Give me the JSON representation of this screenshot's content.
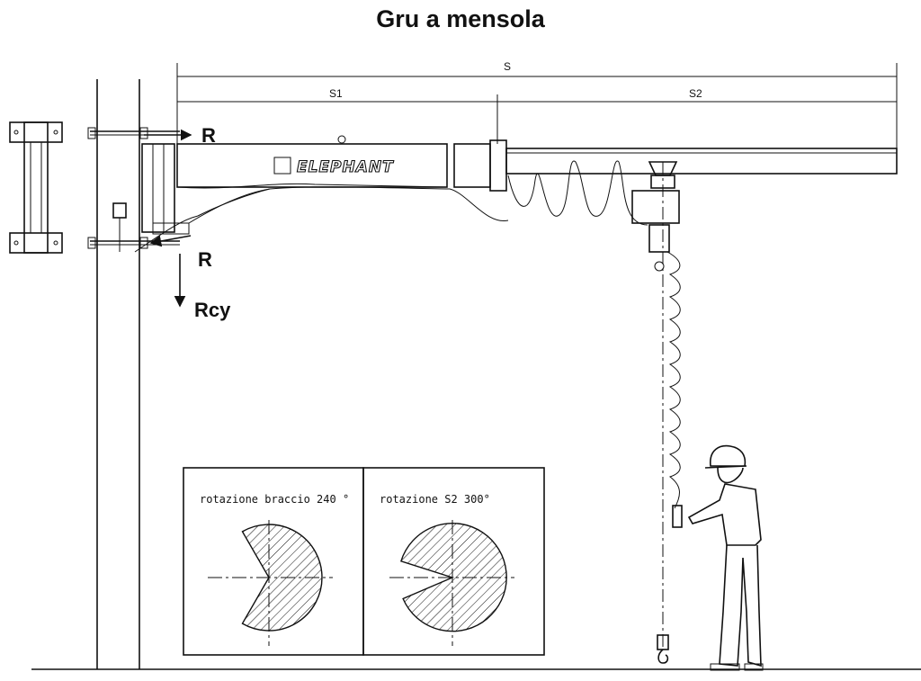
{
  "title": "Gru a mensola",
  "dimensions": {
    "total": "S",
    "s1": "S1",
    "s2": "S2"
  },
  "forces": {
    "reaction_top": "R",
    "reaction_bottom": "R",
    "reaction_vertical": "Rcy"
  },
  "brand": "ELEPHANT",
  "insets": [
    {
      "label": "rotazione braccio 240 °"
    },
    {
      "label": "rotazione S2 300°"
    }
  ]
}
